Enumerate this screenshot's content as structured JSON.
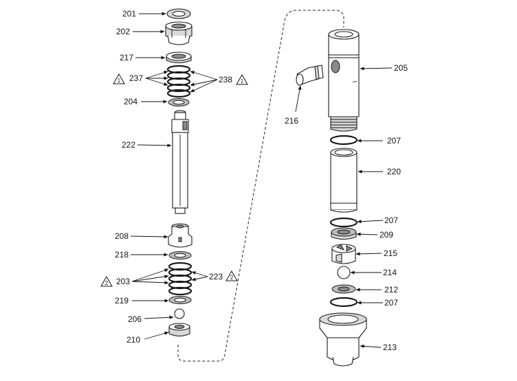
{
  "diagram": {
    "labels": {
      "l201": "201",
      "l202": "202",
      "l217": "217",
      "l237": "237",
      "l238": "238",
      "l204": "204",
      "l222": "222",
      "l208": "208",
      "l218": "218",
      "l203": "203",
      "l223": "223",
      "l219": "219",
      "l206": "206",
      "l210": "210",
      "l205": "205",
      "l216": "216",
      "l207a": "207",
      "l220": "220",
      "l207b": "207",
      "l209": "209",
      "l215": "215",
      "l214": "214",
      "l212": "212",
      "l207c": "207",
      "l213": "213"
    },
    "warnings": {
      "w1": "1",
      "w2": "2"
    }
  }
}
